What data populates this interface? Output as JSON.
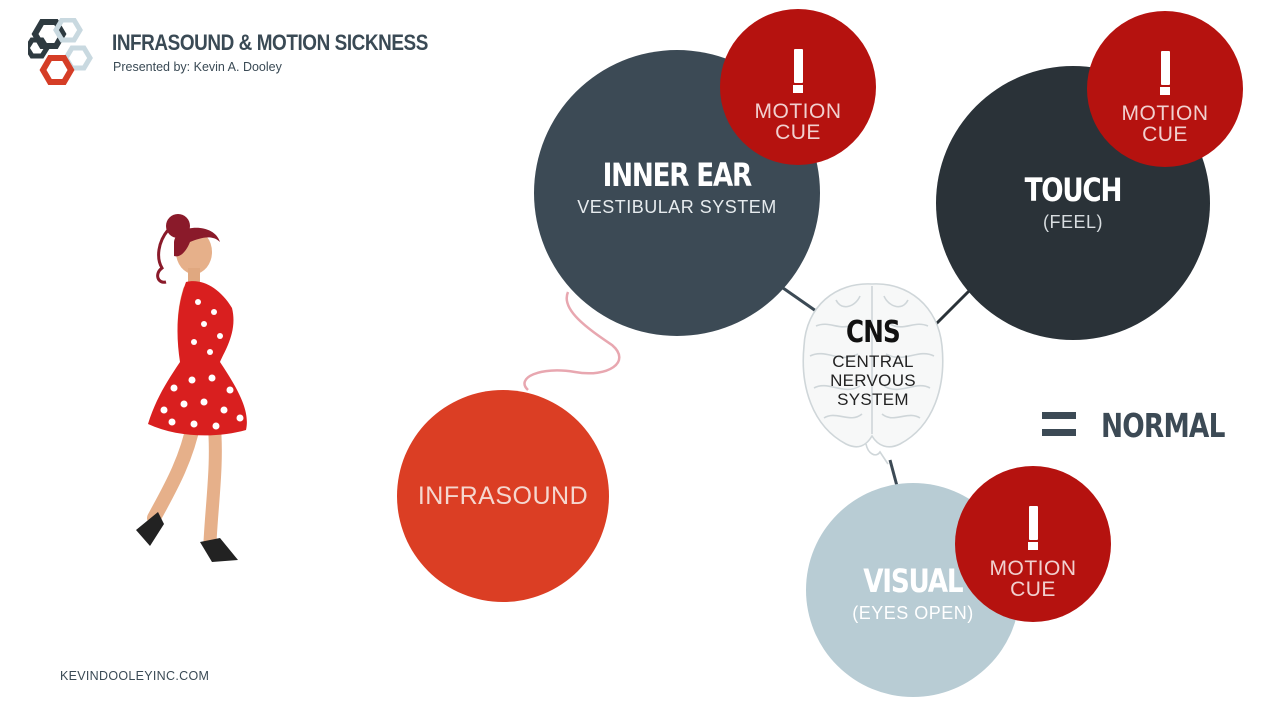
{
  "header": {
    "title": "INFRASOUND & MOTION SICKNESS",
    "subtitle": "Presented by: Kevin A. Dooley"
  },
  "footer": {
    "site": "KEVINDOOLEYINC.COM"
  },
  "nodes": {
    "inner_ear": {
      "title": "INNER EAR",
      "subtitle": "VESTIBULAR SYSTEM"
    },
    "touch": {
      "title": "TOUCH",
      "subtitle": "(FEEL)"
    },
    "visual": {
      "title": "VISUAL",
      "subtitle": "(EYES  OPEN)"
    },
    "infrasound": {
      "title": "INFRASOUND"
    },
    "cns": {
      "title": "CNS",
      "line1": "CENTRAL",
      "line2": "NERVOUS",
      "line3": "SYSTEM"
    }
  },
  "cues": [
    {
      "line1": "MOTION",
      "line2": "CUE"
    },
    {
      "line1": "MOTION",
      "line2": "CUE"
    },
    {
      "line1": "MOTION",
      "line2": "CUE"
    }
  ],
  "result": {
    "label": "NORMAL"
  },
  "colors": {
    "inner_ear": "#3c4a55",
    "touch": "#2a3238",
    "visual": "#b8ccd4",
    "infrasound": "#db3e24",
    "motion_cue": "#b5120f",
    "text_dark": "#3a4a55"
  },
  "icons": {
    "logo": "hexagon-chain-logo",
    "cue": "exclamation-icon",
    "cns": "brain-icon",
    "person": "walking-woman-illustration",
    "equals": "equals-sign-icon"
  }
}
